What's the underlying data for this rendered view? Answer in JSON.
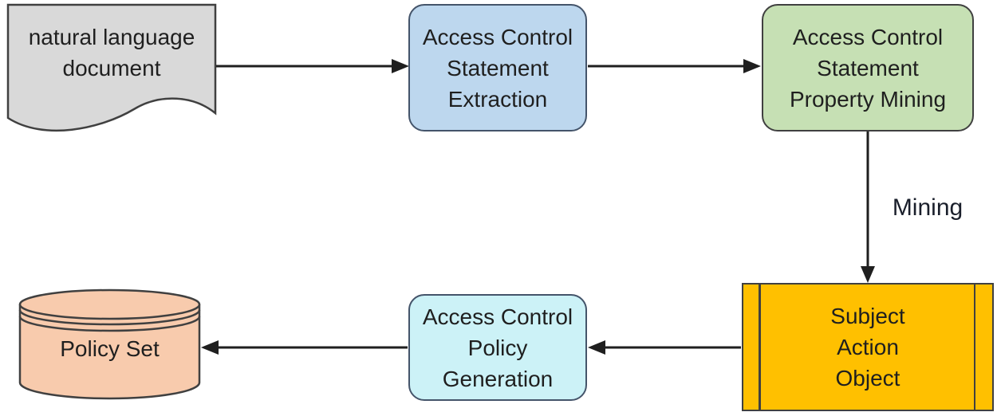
{
  "colors": {
    "document_fill": "#d9d9d9",
    "extraction_fill": "#bdd7ee",
    "property_mining_fill": "#c6e0b4",
    "sao_fill": "#ffc000",
    "generation_fill": "#ccf2f7",
    "policy_set_fill": "#f8cbad",
    "arrow_color": "#1f1f1f",
    "border_dark": "#404040",
    "border_blue": "#44546a"
  },
  "nodes": {
    "document": {
      "lines": [
        "natural language",
        "document"
      ]
    },
    "extraction": {
      "lines": [
        "Access Control",
        "Statement",
        "Extraction"
      ]
    },
    "property_mining": {
      "lines": [
        "Access Control",
        "Statement",
        "Property Mining"
      ]
    },
    "sao": {
      "lines": [
        "Subject",
        "Action",
        "Object"
      ]
    },
    "generation": {
      "lines": [
        "Access Control",
        "Policy",
        "Generation"
      ]
    },
    "policy_set": {
      "label": "Policy Set"
    }
  },
  "edges": {
    "mining_label": "Mining"
  }
}
